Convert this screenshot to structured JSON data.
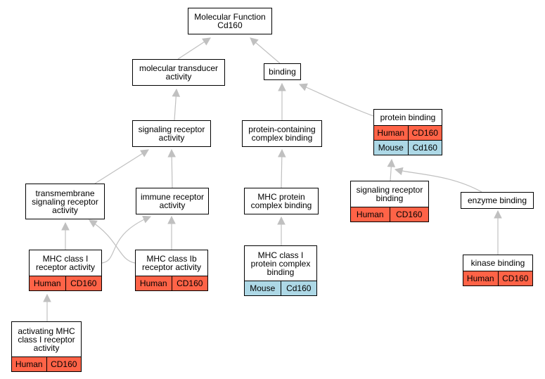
{
  "colors": {
    "human": "#ff6347",
    "mouse": "#add8e6",
    "edge": "#c0c0c0"
  },
  "nodes": [
    {
      "id": "root",
      "label": "Molecular Function\nCd160"
    },
    {
      "id": "molecular_transducer",
      "label": "molecular transducer\nactivity"
    },
    {
      "id": "binding",
      "label": "binding"
    },
    {
      "id": "signaling_receptor_activity",
      "label": "signaling receptor\nactivity"
    },
    {
      "id": "protein_containing_complex_binding",
      "label": "protein-containing\ncomplex binding"
    },
    {
      "id": "protein_binding",
      "label": "protein binding",
      "annotations": [
        [
          "Human",
          "CD160"
        ],
        [
          "Mouse",
          "Cd160"
        ]
      ]
    },
    {
      "id": "transmembrane_signaling",
      "label": "transmembrane\nsignaling receptor\nactivity"
    },
    {
      "id": "immune_receptor",
      "label": "immune receptor\nactivity"
    },
    {
      "id": "mhc_protein_complex_binding",
      "label": "MHC protein\ncomplex binding"
    },
    {
      "id": "signaling_receptor_binding",
      "label": "signaling receptor\nbinding",
      "annotations": [
        [
          "Human",
          "CD160"
        ]
      ]
    },
    {
      "id": "enzyme_binding",
      "label": "enzyme binding"
    },
    {
      "id": "mhc_class_i_receptor",
      "label": "MHC class I\nreceptor activity",
      "annotations": [
        [
          "Human",
          "CD160"
        ]
      ]
    },
    {
      "id": "mhc_class_ib_receptor",
      "label": "MHC class Ib\nreceptor activity",
      "annotations": [
        [
          "Human",
          "CD160"
        ]
      ]
    },
    {
      "id": "mhc_class_i_protein_complex_binding",
      "label": "MHC class I\nprotein complex\nbinding",
      "annotations": [
        [
          "Mouse",
          "Cd160"
        ]
      ]
    },
    {
      "id": "kinase_binding",
      "label": "kinase binding",
      "annotations": [
        [
          "Human",
          "CD160"
        ]
      ]
    },
    {
      "id": "activating_mhc_class_i",
      "label": "activating MHC\nclass I receptor\nactivity",
      "annotations": [
        [
          "Human",
          "CD160"
        ]
      ]
    }
  ],
  "edges": [
    [
      "molecular_transducer",
      "root"
    ],
    [
      "binding",
      "root"
    ],
    [
      "signaling_receptor_activity",
      "molecular_transducer"
    ],
    [
      "protein_containing_complex_binding",
      "binding"
    ],
    [
      "protein_binding",
      "binding"
    ],
    [
      "transmembrane_signaling",
      "signaling_receptor_activity"
    ],
    [
      "immune_receptor",
      "signaling_receptor_activity"
    ],
    [
      "mhc_protein_complex_binding",
      "protein_containing_complex_binding"
    ],
    [
      "signaling_receptor_binding",
      "protein_binding"
    ],
    [
      "enzyme_binding",
      "protein_binding"
    ],
    [
      "mhc_class_i_receptor",
      "transmembrane_signaling"
    ],
    [
      "mhc_class_i_receptor",
      "immune_receptor"
    ],
    [
      "mhc_class_ib_receptor",
      "transmembrane_signaling"
    ],
    [
      "mhc_class_ib_receptor",
      "immune_receptor"
    ],
    [
      "mhc_class_i_protein_complex_binding",
      "mhc_protein_complex_binding"
    ],
    [
      "kinase_binding",
      "enzyme_binding"
    ],
    [
      "activating_mhc_class_i",
      "mhc_class_i_receptor"
    ]
  ]
}
